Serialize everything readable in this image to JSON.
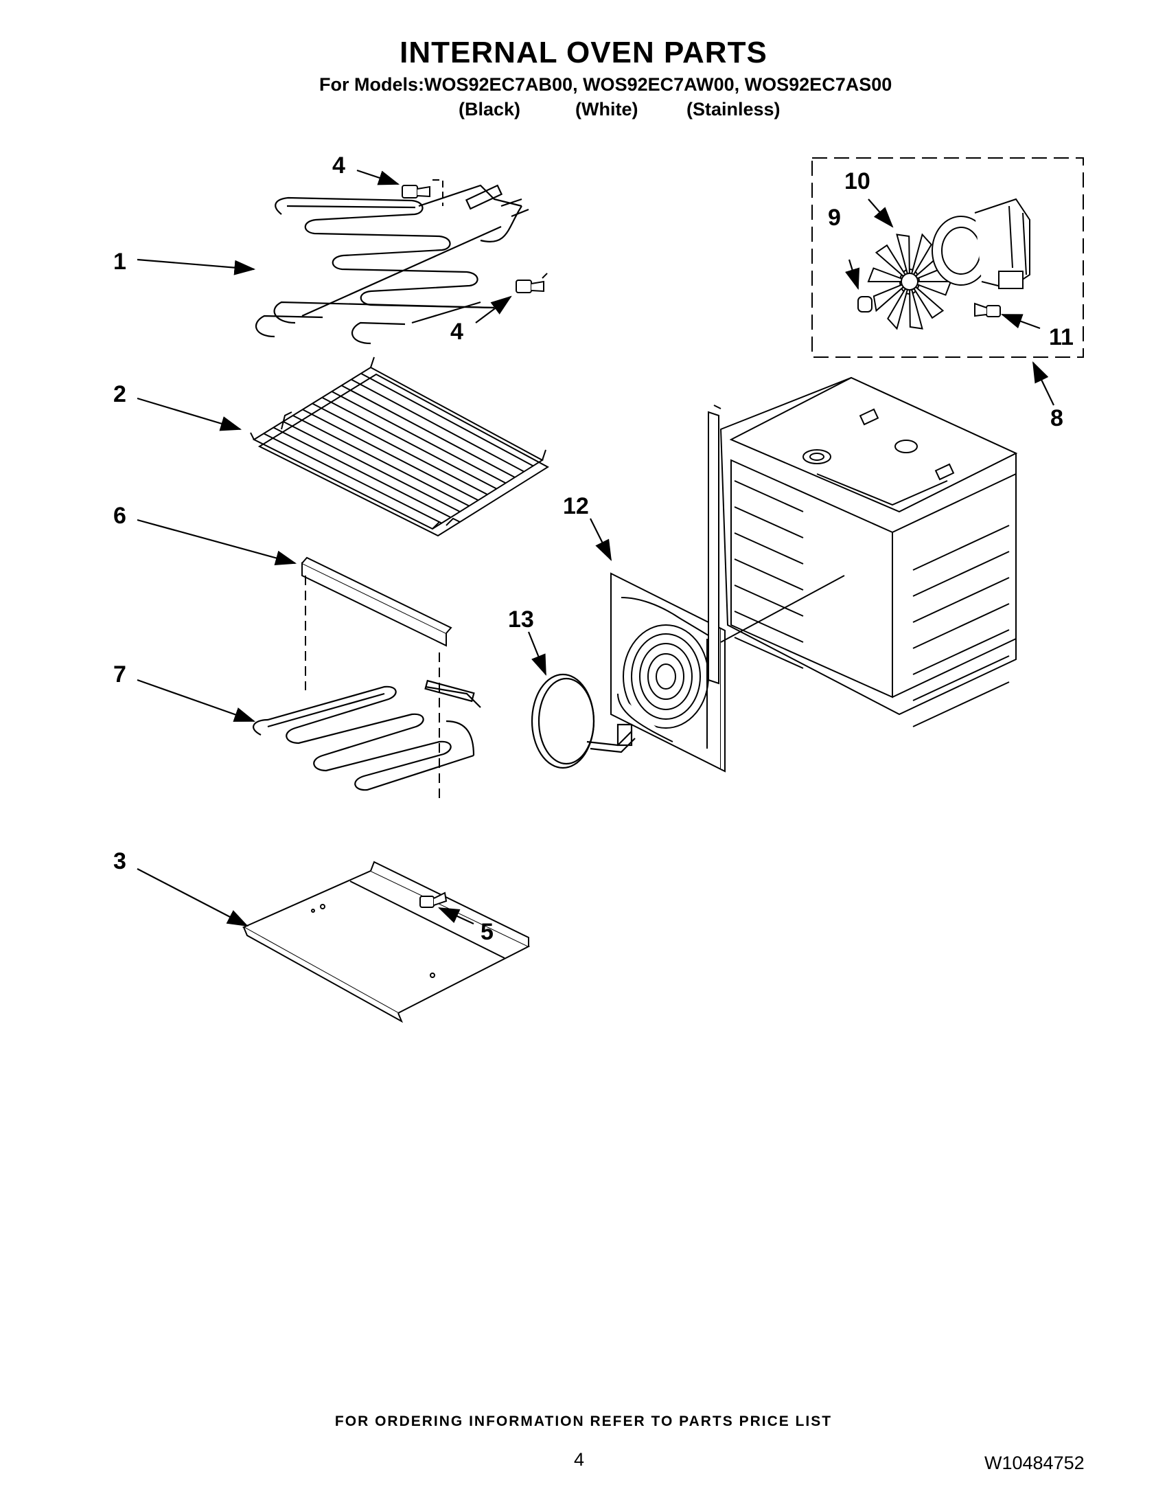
{
  "header": {
    "title": "INTERNAL OVEN PARTS",
    "models_line": "For Models:WOS92EC7AB00, WOS92EC7AW00, WOS92EC7AS00",
    "variants": {
      "black": "(Black)",
      "white": "(White)",
      "stainless": "(Stainless)"
    }
  },
  "callouts": {
    "c1": "1",
    "c2": "2",
    "c3": "3",
    "c4a": "4",
    "c4b": "4",
    "c5": "5",
    "c6": "6",
    "c7": "7",
    "c8": "8",
    "c9": "9",
    "c10": "10",
    "c11": "11",
    "c12": "12",
    "c13": "13"
  },
  "footer": {
    "ordering_note": "FOR ORDERING INFORMATION REFER TO PARTS PRICE LIST",
    "page_number": "4",
    "document_number": "W10484752"
  }
}
